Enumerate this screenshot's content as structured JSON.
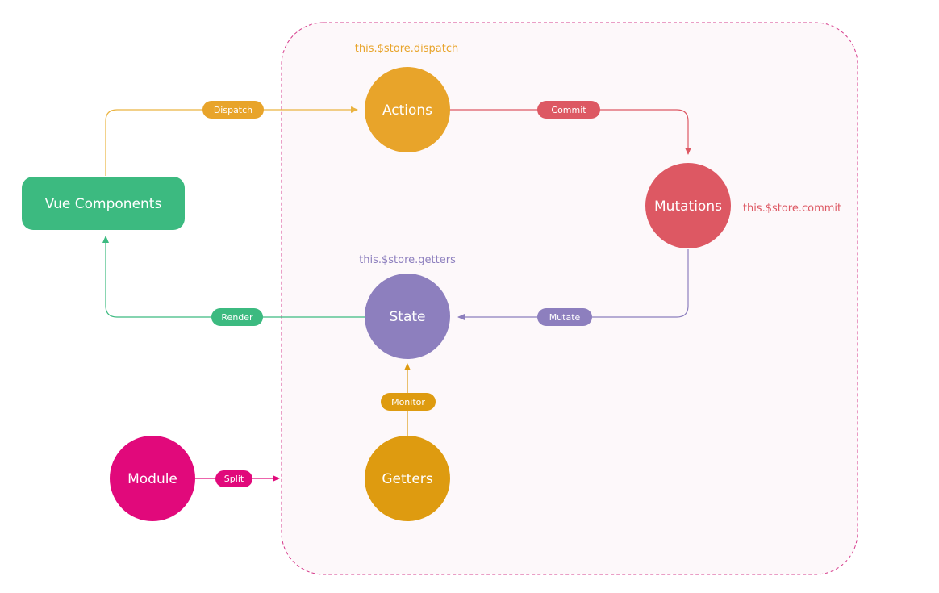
{
  "colors": {
    "components": "#3cba80",
    "actions": "#e8a42a",
    "mutations": "#dd5863",
    "state": "#8d7fbe",
    "getters": "#de9b10",
    "module": "#e1097b",
    "store_border": "#d63c8c",
    "store_fill": "#fdf8fa"
  },
  "nodes": {
    "components": "Vue Components",
    "actions": "Actions",
    "mutations": "Mutations",
    "state": "State",
    "getters": "Getters",
    "module": "Module"
  },
  "edges": {
    "dispatch": "Dispatch",
    "commit": "Commit",
    "mutate": "Mutate",
    "render": "Render",
    "monitor": "Monitor",
    "split": "Split"
  },
  "api_labels": {
    "dispatch": "this.$store.dispatch",
    "commit": "this.$store.commit",
    "getters": "this.$store.getters"
  }
}
